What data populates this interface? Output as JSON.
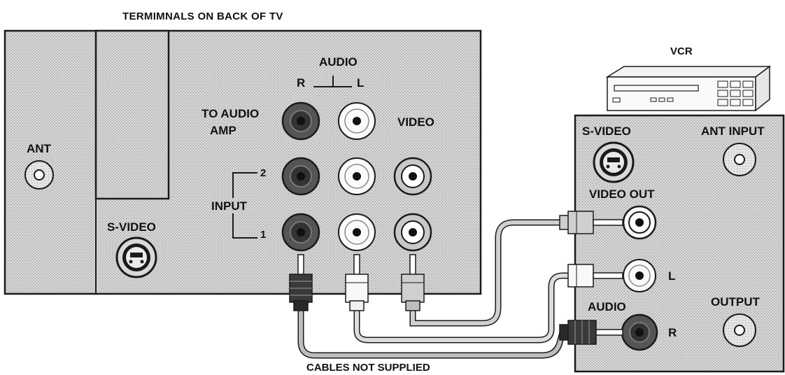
{
  "title": "TERMIMNALS ON BACK OF TV",
  "tv": {
    "ant_label": "ANT",
    "svideo_label": "S-VIDEO",
    "audio_label": "AUDIO",
    "audio_r": "R",
    "audio_l": "L",
    "to_audio_amp_line1": "TO AUDIO",
    "to_audio_amp_line2": "AMP",
    "video_label": "VIDEO",
    "input_label": "INPUT",
    "input_2": "2",
    "input_1": "1"
  },
  "vcr": {
    "title": "VCR",
    "svideo_label": "S-VIDEO",
    "ant_input_label": "ANT INPUT",
    "video_out_label": "VIDEO OUT",
    "audio_label": "AUDIO",
    "l_label": "L",
    "r_label": "R",
    "output_label": "OUTPUT"
  },
  "cables_caption": "CABLES NOT SUPPLIED"
}
